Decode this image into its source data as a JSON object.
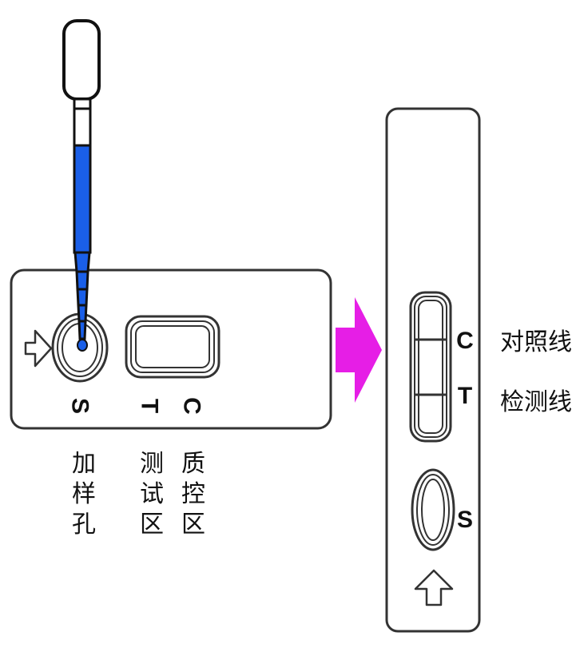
{
  "cassette_horizontal": {
    "markers": {
      "sample": "S",
      "test": "T",
      "control": "C"
    }
  },
  "labels": {
    "sample_well": "加样孔",
    "test_zone": "测试区",
    "control_zone": "质控区"
  },
  "cassette_vertical": {
    "markers": {
      "control": "C",
      "test": "T",
      "sample": "S"
    },
    "line_labels": {
      "control_line": "对照线",
      "test_line": "检测线"
    }
  },
  "colors": {
    "liquid": "#1a5fe8",
    "arrow": "#e61ee6",
    "outline": "#333333"
  },
  "icons": [
    "dropper-icon",
    "hollow-arrow-icon",
    "arrow-right-icon"
  ]
}
